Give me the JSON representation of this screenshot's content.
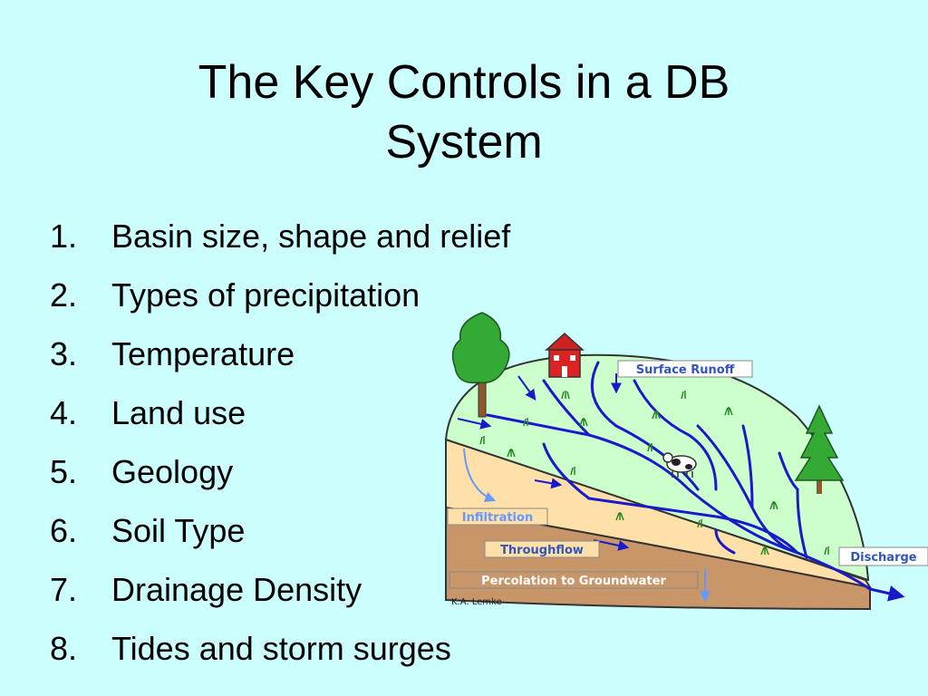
{
  "slide": {
    "title_line1": "The Key Controls in a DB",
    "title_line2": "System",
    "items": [
      {
        "num": "1.",
        "text": "Basin size, shape and relief"
      },
      {
        "num": "2.",
        "text": "Types of precipitation"
      },
      {
        "num": "3.",
        "text": "Temperature"
      },
      {
        "num": "4.",
        "text": "Land use"
      },
      {
        "num": "5.",
        "text": "Geology"
      },
      {
        "num": "6.",
        "text": "Soil Type"
      },
      {
        "num": "7.",
        "text": "Drainage Density"
      },
      {
        "num": "8.",
        "text": "Tides and storm surges"
      }
    ]
  },
  "diagram": {
    "surface_runoff": "Surface Runoff",
    "infiltration": "Infiltration",
    "throughflow": "Throughflow",
    "percolation": "Percolation to Groundwater",
    "discharge": "Discharge",
    "credit": "K.A. Lemke"
  },
  "colors": {
    "background": "#ccffff",
    "ground": "#ccffcc",
    "soil": "#ffe0a8",
    "bedrock": "#c9966a",
    "river": "#1a1acc",
    "label_text": "#3355bb"
  }
}
